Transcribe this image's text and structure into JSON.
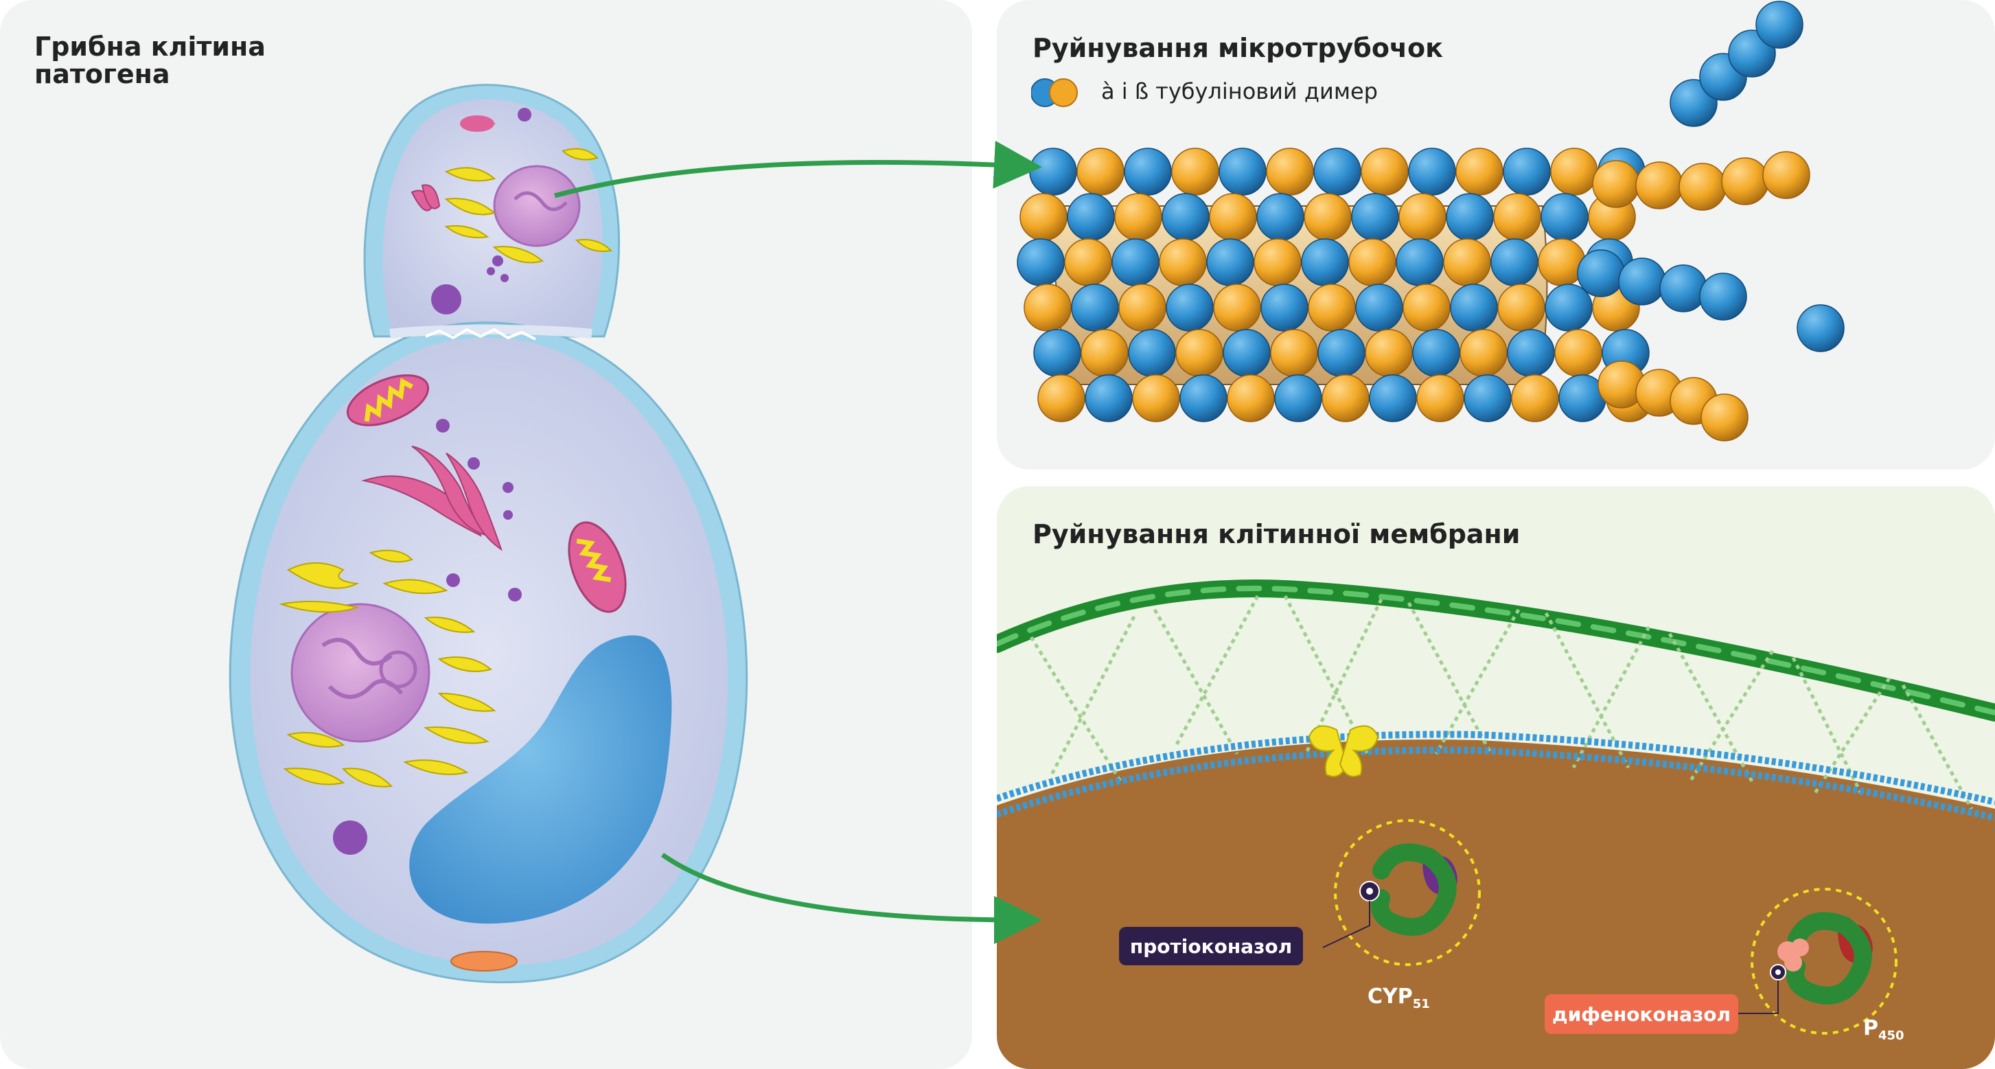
{
  "left_panel": {
    "title_line1": "Грибна клітина",
    "title_line2": "патогена"
  },
  "microtubule_panel": {
    "title": "Руйнування мікротрубочок",
    "legend_letters": "à і ß",
    "legend_text": "тубуліновий димер"
  },
  "membrane_panel": {
    "title": "Руйнування клітинної мембрани",
    "fungicide_1": "протіоконазол",
    "fungicide_2": "дифеноконазол",
    "enzyme_1": {
      "name": "CYP",
      "subscript": "51"
    },
    "enzyme_2": {
      "name": "P",
      "subscript": "450"
    }
  },
  "colors": {
    "alpha_tubulin": "#2f8fd0",
    "beta_tubulin": "#f2a826",
    "arrow": "#2e9e4c",
    "cytoplasm": "#c9cfe9",
    "cell_wall": "#9fd4ea",
    "vacuole": "#4a9bd6",
    "nucleus": "#c98fd0",
    "er": "#f2e020",
    "mitochondria": "#e0609a",
    "cytosol_brown": "#a66e35",
    "tag_dark": "#2e1f4a",
    "tag_salmon": "#ee6b4d"
  }
}
